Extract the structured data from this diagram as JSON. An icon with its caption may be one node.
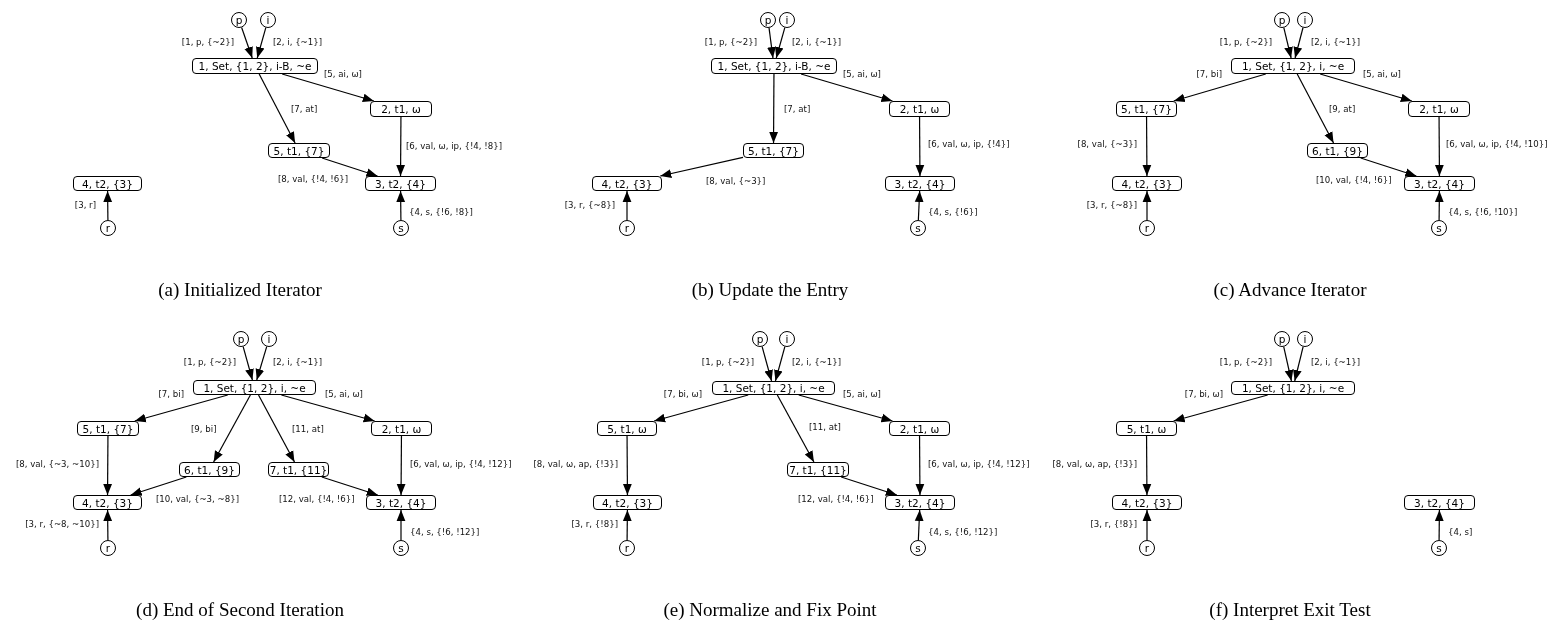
{
  "diagram": {
    "nodes": [
      {
        "text": [
          "p"
        ]
      },
      {
        "text": [
          "i"
        ]
      },
      {
        "text": [
          "1, Set, {1, 2}, i-B, ~e"
        ]
      },
      {
        "text": [
          "2, t1, ω"
        ]
      },
      {
        "text": [
          "5, t1, {7}"
        ]
      },
      {
        "text": [
          "4, t2, {3}"
        ]
      },
      {
        "text": [
          "3, t2, {4}"
        ]
      },
      {
        "text": [
          "r"
        ]
      },
      {
        "text": [
          "s"
        ]
      },
      {
        "text": [
          "p"
        ]
      },
      {
        "text": [
          "i"
        ]
      },
      {
        "text": [
          "1, Set, {1, 2}, i-B, ~e"
        ]
      },
      {
        "text": [
          "2, t1, ω"
        ]
      },
      {
        "text": [
          "5, t1, {7}"
        ]
      },
      {
        "text": [
          "4, t2, {3}"
        ]
      },
      {
        "text": [
          "3, t2, {4}"
        ]
      },
      {
        "text": [
          "r"
        ]
      },
      {
        "text": [
          "s"
        ]
      },
      {
        "text": [
          "p"
        ]
      },
      {
        "text": [
          "i"
        ]
      },
      {
        "text": [
          "1, Set, {1, 2}, i, ~e"
        ]
      },
      {
        "text": [
          "5, t1, {7}"
        ]
      },
      {
        "text": [
          "2, t1, ω"
        ]
      },
      {
        "text": [
          "6, t1, {9}"
        ]
      },
      {
        "text": [
          "4, t2, {3}"
        ]
      },
      {
        "text": [
          "3, t2, {4}"
        ]
      },
      {
        "text": [
          "r"
        ]
      },
      {
        "text": [
          "s"
        ]
      },
      {
        "text": [
          "p"
        ]
      },
      {
        "text": [
          "i"
        ]
      },
      {
        "text": [
          "1, Set, {1, 2}, i, ~e"
        ]
      },
      {
        "text": [
          "5, t1, {7}"
        ]
      },
      {
        "text": [
          "2, t1, ω"
        ]
      },
      {
        "text": [
          "6, t1, {9}"
        ]
      },
      {
        "text": [
          "7, t1, {11}"
        ]
      },
      {
        "text": [
          "4, t2, {3}"
        ]
      },
      {
        "text": [
          "3, t2, {4}"
        ]
      },
      {
        "text": [
          "r"
        ]
      },
      {
        "text": [
          "s"
        ]
      },
      {
        "text": [
          "p"
        ]
      },
      {
        "text": [
          "i"
        ]
      },
      {
        "text": [
          "1, Set, {1, 2}, i, ~e"
        ]
      },
      {
        "text": [
          "5, t1, ω"
        ]
      },
      {
        "text": [
          "2, t1, ω"
        ]
      },
      {
        "text": [
          "7, t1, {11}"
        ]
      },
      {
        "text": [
          "4, t2, {3}"
        ]
      },
      {
        "text": [
          "3, t2, {4}"
        ]
      },
      {
        "text": [
          "r"
        ]
      },
      {
        "text": [
          "s"
        ]
      },
      {
        "text": [
          "p"
        ]
      },
      {
        "text": [
          "i"
        ]
      },
      {
        "text": [
          "1, Set, {1, 2}, i, ~e"
        ]
      },
      {
        "text": [
          "5, t1, ω"
        ]
      },
      {
        "text": [
          "4, t2, {3}"
        ]
      },
      {
        "text": [
          "3, t2, {4}"
        ]
      },
      {
        "text": [
          "r"
        ]
      },
      {
        "text": [
          "s"
        ]
      }
    ],
    "edges": [
      {
        "from": 0,
        "to": 2,
        "arrow": "to",
        "label": "[1, p, {~2}]"
      },
      {
        "from": 1,
        "to": 2,
        "arrow": "to",
        "label": "[2, i, {~1}]"
      },
      {
        "from": 2,
        "to": 3,
        "arrow": "to",
        "label": "[5, ai, ω]"
      },
      {
        "from": 2,
        "to": 4,
        "arrow": "to",
        "label": "[7, at]"
      },
      {
        "from": 3,
        "to": 6,
        "arrow": "to",
        "label": "[6, val, ω, ip, {!4, !8}]"
      },
      {
        "from": 4,
        "to": 6,
        "arrow": "to",
        "label": "[8, val, {!4, !6}]"
      },
      {
        "from": 7,
        "to": 5,
        "arrow": "to",
        "label": "[3, r]"
      },
      {
        "from": 8,
        "to": 6,
        "arrow": "to",
        "label": "{4, s, {!6, !8}]"
      },
      {
        "from": 9,
        "to": 11,
        "arrow": "to",
        "label": "[1, p, {~2}]"
      },
      {
        "from": 10,
        "to": 11,
        "arrow": "to",
        "label": "[2, i, {~1}]"
      },
      {
        "from": 11,
        "to": 12,
        "arrow": "to",
        "label": "[5, ai, ω]"
      },
      {
        "from": 11,
        "to": 13,
        "arrow": "to",
        "label": "[7, at]"
      },
      {
        "from": 12,
        "to": 15,
        "arrow": "to",
        "label": "[6, val, ω, ip, {!4}]"
      },
      {
        "from": 13,
        "to": 14,
        "arrow": "to",
        "label": "[8, val, {~3}]"
      },
      {
        "from": 16,
        "to": 14,
        "arrow": "to",
        "label": "[3, r, {~8}]"
      },
      {
        "from": 17,
        "to": 15,
        "arrow": "to",
        "label": "{4, s, {!6}]"
      },
      {
        "from": 18,
        "to": 20,
        "arrow": "to",
        "label": "[1, p, {~2}]"
      },
      {
        "from": 19,
        "to": 20,
        "arrow": "to",
        "label": "[2, i, {~1}]"
      },
      {
        "from": 20,
        "to": 21,
        "arrow": "to",
        "label": "[7, bi]"
      },
      {
        "from": 20,
        "to": 22,
        "arrow": "to",
        "label": "[5, ai, ω]"
      },
      {
        "from": 20,
        "to": 23,
        "arrow": "to",
        "label": "[9, at]"
      },
      {
        "from": 21,
        "to": 24,
        "arrow": "to",
        "label": "[8, val, {~3}]"
      },
      {
        "from": 22,
        "to": 25,
        "arrow": "to",
        "label": "[6, val, ω, ip, {!4, !10}]"
      },
      {
        "from": 23,
        "to": 25,
        "arrow": "to",
        "label": "[10, val, {!4, !6}]"
      },
      {
        "from": 26,
        "to": 24,
        "arrow": "to",
        "label": "[3, r, {~8}]"
      },
      {
        "from": 27,
        "to": 25,
        "arrow": "to",
        "label": "{4, s, {!6, !10}]"
      },
      {
        "from": 28,
        "to": 30,
        "arrow": "to",
        "label": "[1, p, {~2}]"
      },
      {
        "from": 29,
        "to": 30,
        "arrow": "to",
        "label": "[2, i, {~1}]"
      },
      {
        "from": 30,
        "to": 31,
        "arrow": "to",
        "label": "[7, bi]"
      },
      {
        "from": 30,
        "to": 32,
        "arrow": "to",
        "label": "[5, ai, ω]"
      },
      {
        "from": 30,
        "to": 33,
        "arrow": "to",
        "label": "[9, bi]"
      },
      {
        "from": 30,
        "to": 34,
        "arrow": "to",
        "label": "[11, at]"
      },
      {
        "from": 31,
        "to": 35,
        "arrow": "to",
        "label": "[8, val, {~3, ~10}]"
      },
      {
        "from": 32,
        "to": 36,
        "arrow": "to",
        "label": "[6, val, ω, ip, {!4, !12}]"
      },
      {
        "from": 33,
        "to": 35,
        "arrow": "to",
        "label": "[10, val, {~3, ~8}]"
      },
      {
        "from": 34,
        "to": 36,
        "arrow": "to",
        "label": "[12, val, {!4, !6}]"
      },
      {
        "from": 37,
        "to": 35,
        "arrow": "to",
        "label": "[3, r, {~8, ~10}]"
      },
      {
        "from": 38,
        "to": 36,
        "arrow": "to",
        "label": "{4, s, {!6, !12}]"
      },
      {
        "from": 39,
        "to": 41,
        "arrow": "to",
        "label": "[1, p, {~2}]"
      },
      {
        "from": 40,
        "to": 41,
        "arrow": "to",
        "label": "[2, i, {~1}]"
      },
      {
        "from": 41,
        "to": 42,
        "arrow": "to",
        "label": "[7, bi, ω]"
      },
      {
        "from": 41,
        "to": 43,
        "arrow": "to",
        "label": "[5, ai, ω]"
      },
      {
        "from": 41,
        "to": 44,
        "arrow": "to",
        "label": "[11, at]"
      },
      {
        "from": 42,
        "to": 45,
        "arrow": "to",
        "label": "[8, val, ω, ap, {!3}]"
      },
      {
        "from": 43,
        "to": 46,
        "arrow": "to",
        "label": "[6, val, ω, ip, {!4, !12}]"
      },
      {
        "from": 44,
        "to": 46,
        "arrow": "to",
        "label": "[12, val, {!4, !6}]"
      },
      {
        "from": 47,
        "to": 45,
        "arrow": "to",
        "label": "[3, r, {!8}]"
      },
      {
        "from": 48,
        "to": 46,
        "arrow": "to",
        "label": "{4, s, {!6, !12}]"
      },
      {
        "from": 49,
        "to": 51,
        "arrow": "to",
        "label": "[1, p, {~2}]"
      },
      {
        "from": 50,
        "to": 51,
        "arrow": "to",
        "label": "[2, i, {~1}]"
      },
      {
        "from": 51,
        "to": 52,
        "arrow": "to",
        "label": "[7, bi, ω]"
      },
      {
        "from": 52,
        "to": 53,
        "arrow": "to",
        "label": "[8, val, ω, ap, {!3}]"
      },
      {
        "from": 55,
        "to": 53,
        "arrow": "to",
        "label": "[3, r, {!8}]"
      },
      {
        "from": 56,
        "to": 54,
        "arrow": "to",
        "label": "{4, s]"
      }
    ],
    "labels": [
      "(a) Initialized Iterator",
      "(b) Update the Entry",
      "(c) Advance Iterator",
      "(d) End of Second Iteration",
      "(e) Normalize and Fix Point",
      "(f) Interpret Exit Test"
    ]
  }
}
